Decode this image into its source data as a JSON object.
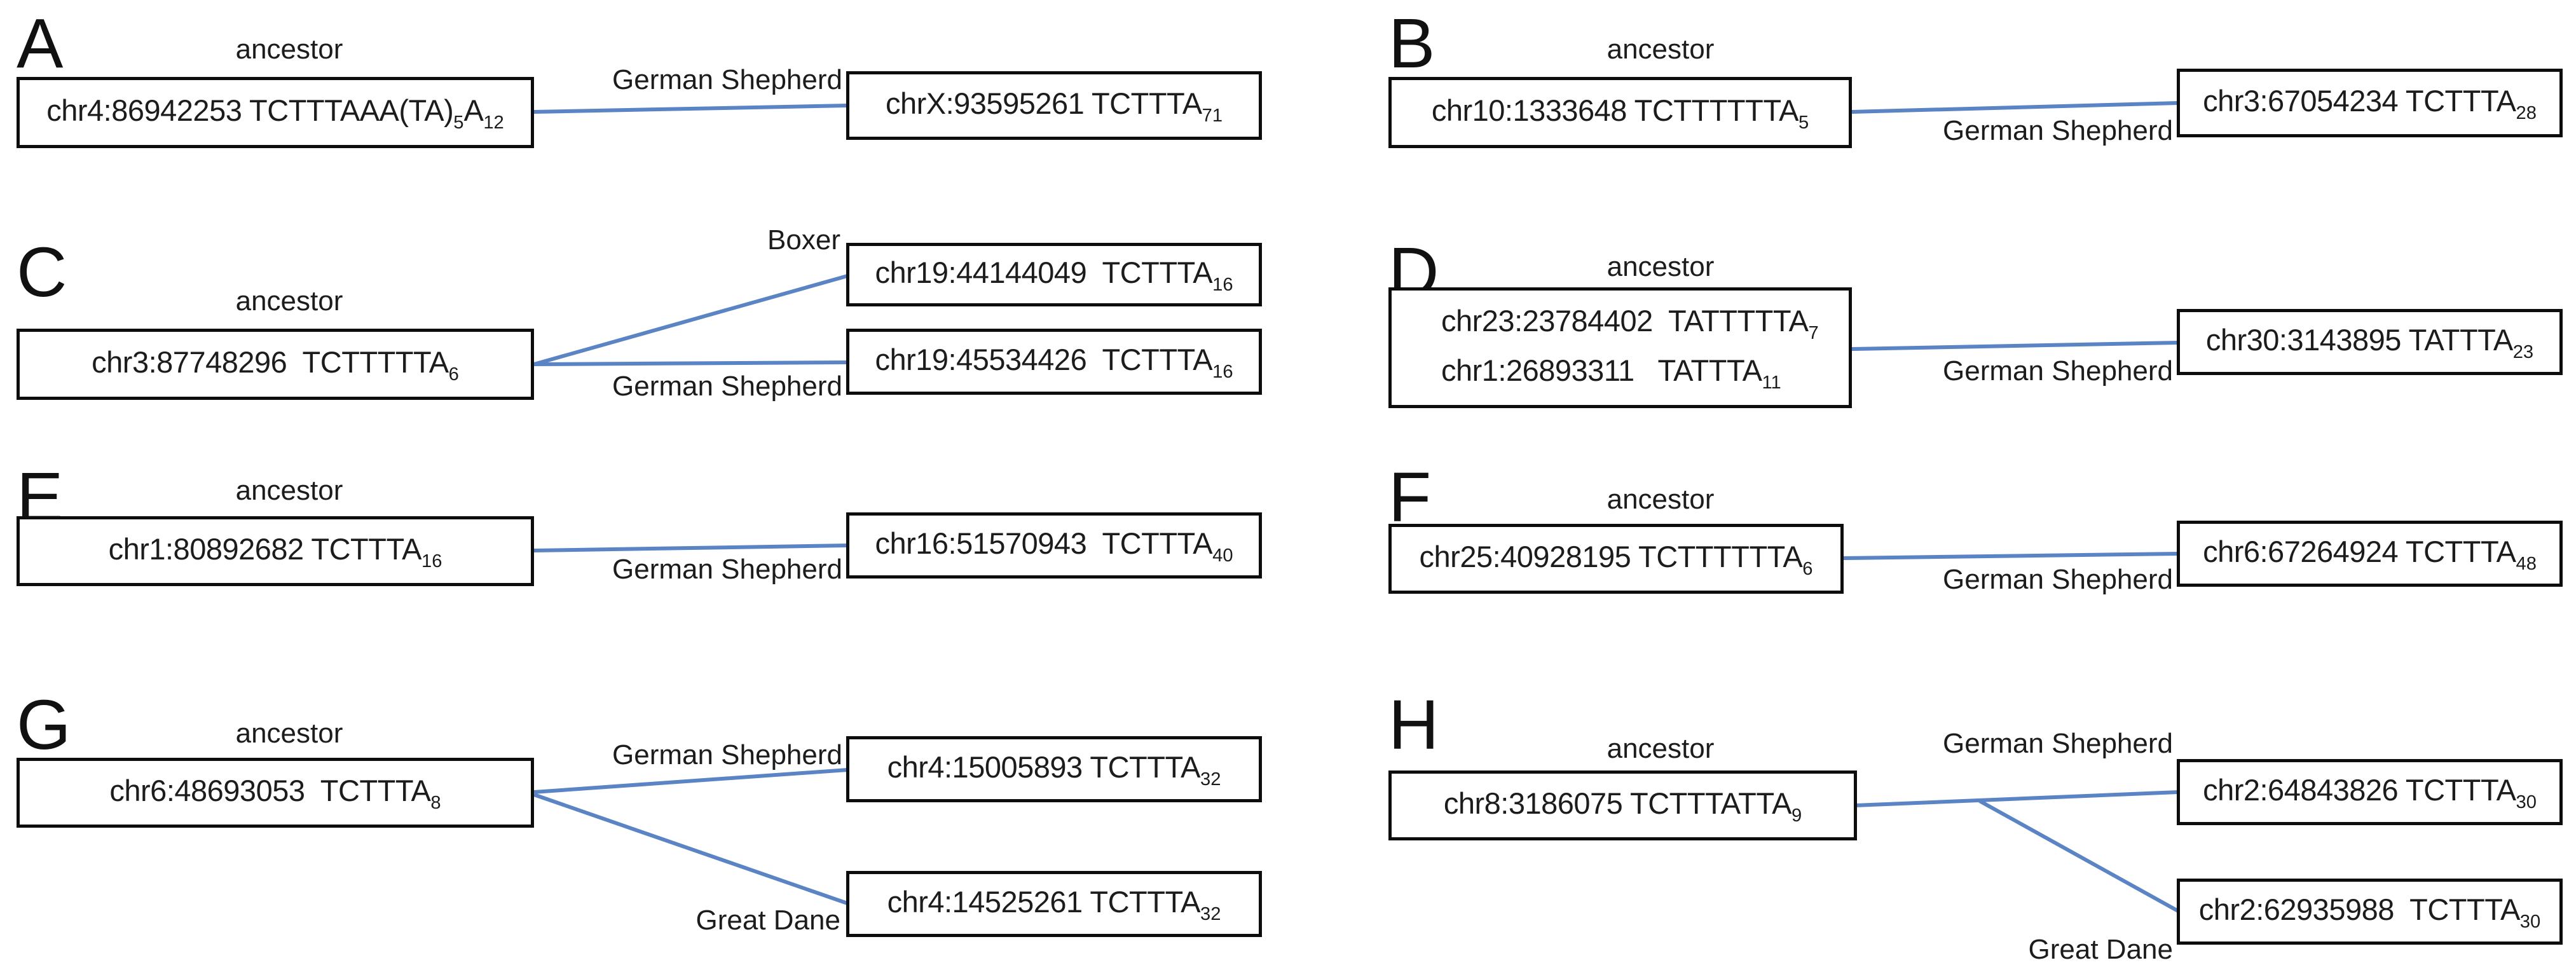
{
  "figure": {
    "connector_color": "#5b84c5",
    "box_border_color": "#0d0d0d",
    "panels": [
      {
        "letter": "A",
        "caption": "ancestor",
        "ancestor": {
          "lines": [
            [
              {
                "t": "chr4:86942253 TCTTTAAA(TA)"
              },
              {
                "s": "5"
              },
              {
                "t": "A"
              },
              {
                "s": "12"
              }
            ]
          ]
        },
        "branches": [
          {
            "breed": "German Shepherd",
            "box": {
              "lines": [
                [
                  {
                    "t": "chrX:93595261 TCTTTA"
                  },
                  {
                    "s": "71"
                  }
                ]
              ]
            }
          }
        ]
      },
      {
        "letter": "B",
        "caption": "ancestor",
        "ancestor": {
          "lines": [
            [
              {
                "t": "chr10:1333648 TCTTTTTTA"
              },
              {
                "s": "5"
              }
            ]
          ]
        },
        "branches": [
          {
            "breed": "German Shepherd",
            "box": {
              "lines": [
                [
                  {
                    "t": "chr3:67054234 TCTTTA"
                  },
                  {
                    "s": "28"
                  }
                ]
              ]
            }
          }
        ]
      },
      {
        "letter": "C",
        "caption": "ancestor",
        "ancestor": {
          "lines": [
            [
              {
                "t": "chr3:87748296  TCTTTTTA"
              },
              {
                "s": "6"
              }
            ]
          ]
        },
        "branches": [
          {
            "breed": "Boxer",
            "box": {
              "lines": [
                [
                  {
                    "t": "chr19:44144049  TCTTTA"
                  },
                  {
                    "s": "16"
                  }
                ]
              ]
            }
          },
          {
            "breed": "German Shepherd",
            "box": {
              "lines": [
                [
                  {
                    "t": "chr19:45534426  TCTTTA"
                  },
                  {
                    "s": "16"
                  }
                ]
              ]
            }
          }
        ]
      },
      {
        "letter": "D",
        "caption": "ancestor",
        "ancestor": {
          "lines": [
            [
              {
                "t": "chr23:23784402  TATTTTTA"
              },
              {
                "s": "7"
              }
            ],
            [
              {
                "t": "chr1:26893311   TATTTA"
              },
              {
                "s": "11"
              }
            ]
          ]
        },
        "branches": [
          {
            "breed": "German Shepherd",
            "box": {
              "lines": [
                [
                  {
                    "t": "chr30:3143895 TATTTA"
                  },
                  {
                    "s": "23"
                  }
                ]
              ]
            }
          }
        ]
      },
      {
        "letter": "E",
        "caption": "ancestor",
        "ancestor": {
          "lines": [
            [
              {
                "t": "chr1:80892682 TCTTTA"
              },
              {
                "s": "16"
              }
            ]
          ]
        },
        "branches": [
          {
            "breed": "German Shepherd",
            "box": {
              "lines": [
                [
                  {
                    "t": "chr16:51570943  TCTTTA"
                  },
                  {
                    "s": "40"
                  }
                ]
              ]
            }
          }
        ]
      },
      {
        "letter": "F",
        "caption": "ancestor",
        "ancestor": {
          "lines": [
            [
              {
                "t": "chr25:40928195 TCTTTTTTA"
              },
              {
                "s": "6"
              }
            ]
          ]
        },
        "branches": [
          {
            "breed": "German Shepherd",
            "box": {
              "lines": [
                [
                  {
                    "t": "chr6:67264924 TCTTTA"
                  },
                  {
                    "s": "48"
                  }
                ]
              ]
            }
          }
        ]
      },
      {
        "letter": "G",
        "caption": "ancestor",
        "ancestor": {
          "lines": [
            [
              {
                "t": "chr6:48693053  TCTTTA"
              },
              {
                "s": "8"
              }
            ]
          ]
        },
        "branches": [
          {
            "breed": "German Shepherd",
            "box": {
              "lines": [
                [
                  {
                    "t": "chr4:15005893 TCTTTA"
                  },
                  {
                    "s": "32"
                  }
                ]
              ]
            }
          },
          {
            "breed": "Great Dane",
            "box": {
              "lines": [
                [
                  {
                    "t": "chr4:14525261 TCTTTA"
                  },
                  {
                    "s": "32"
                  }
                ]
              ]
            }
          }
        ]
      },
      {
        "letter": "H",
        "caption": "ancestor",
        "ancestor": {
          "lines": [
            [
              {
                "t": "chr8:3186075 TCTTTATTA"
              },
              {
                "s": "9"
              }
            ]
          ]
        },
        "branches": [
          {
            "breed": "German Shepherd",
            "box": {
              "lines": [
                [
                  {
                    "t": "chr2:64843826 TCTTTA"
                  },
                  {
                    "s": "30"
                  }
                ]
              ]
            }
          },
          {
            "breed": "Great Dane",
            "box": {
              "lines": [
                [
                  {
                    "t": "chr2:62935988  TCTTTA"
                  },
                  {
                    "s": "30"
                  }
                ]
              ]
            }
          }
        ]
      }
    ]
  }
}
